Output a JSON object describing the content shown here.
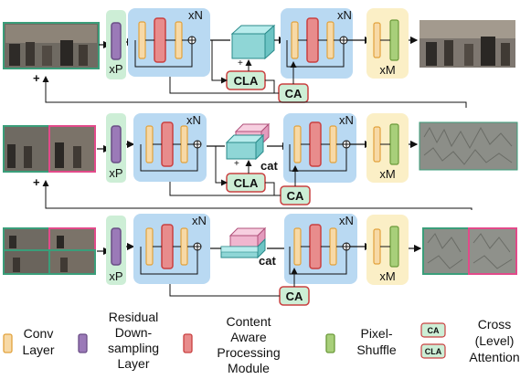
{
  "rows": [
    {
      "repeat_blocks": "xN",
      "downsample_mult": "xP",
      "upsample_mult": "xM",
      "plus": "+"
    },
    {
      "repeat_blocks": "xN",
      "downsample_mult": "xP",
      "upsample_mult": "xM",
      "plus": "+",
      "concat": "cat"
    },
    {
      "repeat_blocks": "xN",
      "downsample_mult": "xP",
      "upsample_mult": "xM",
      "concat": "cat"
    }
  ],
  "modules": {
    "cla": "CLA",
    "ca": "CA"
  },
  "legend": {
    "conv": [
      "Conv",
      "Layer"
    ],
    "residual": [
      "Residual",
      "Down-",
      "sampling",
      "Layer"
    ],
    "content": [
      "Content",
      "Aware",
      "Processing",
      "Module"
    ],
    "pixel": [
      "Pixel-",
      "Shuffle"
    ],
    "cross": [
      "Cross",
      "(Level)",
      "Attention"
    ],
    "ca_badge": "CA",
    "cla_badge": "CLA"
  },
  "colors": {
    "conv": "#f7d9a6",
    "conv_stroke": "#e2a23c",
    "purple": "#9b7ab8",
    "purple_stroke": "#6a4d86",
    "red": "#e88c8c",
    "red_stroke": "#c94040",
    "green": "#a8cf7a",
    "green_stroke": "#6b9a3a",
    "blue_bg": "#b9d9f2",
    "green_bg": "#cdeed6",
    "yellow_bg": "#fbefc6",
    "teal": "#8fd6d6",
    "pink": "#f0b6cf",
    "pink_frame": "#e24a8a",
    "green_frame": "#3a9e7a"
  }
}
